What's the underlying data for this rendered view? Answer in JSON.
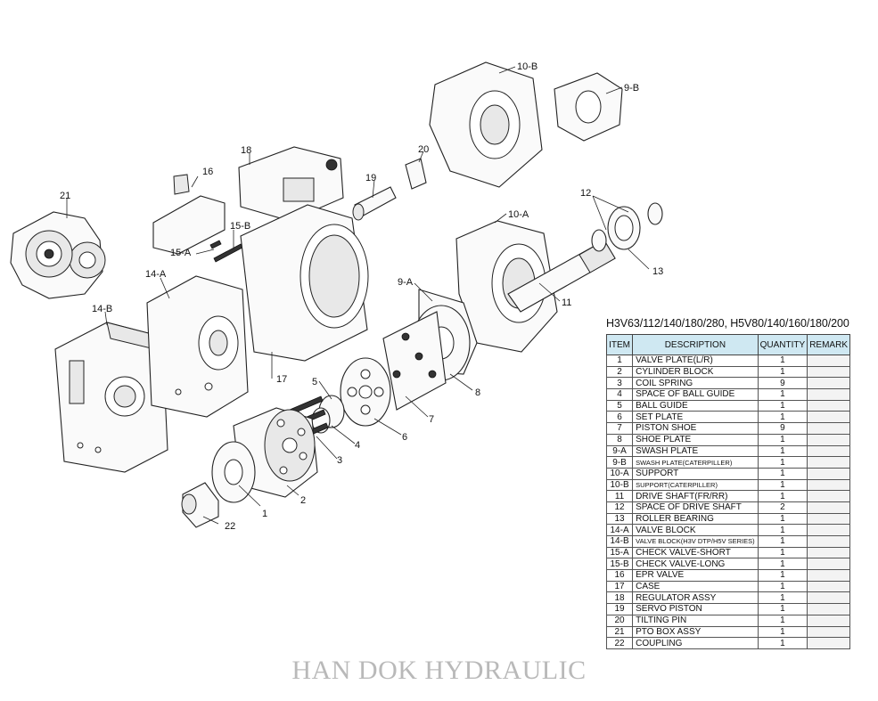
{
  "table_title": "H3V63/112/140/180/280, H5V80/140/160/180/200",
  "headers": {
    "item": "ITEM",
    "description": "DESCRIPTION",
    "quantity": "QUANTITY",
    "remark": "REMARK"
  },
  "rows": [
    {
      "item": "1",
      "description": "VALVE PLATE(L/R)",
      "quantity": "1"
    },
    {
      "item": "2",
      "description": "CYLINDER BLOCK",
      "quantity": "1"
    },
    {
      "item": "3",
      "description": "COIL SPRING",
      "quantity": "9"
    },
    {
      "item": "4",
      "description": "SPACE OF BALL GUIDE",
      "quantity": "1"
    },
    {
      "item": "5",
      "description": "BALL GUIDE",
      "quantity": "1"
    },
    {
      "item": "6",
      "description": "SET PLATE",
      "quantity": "1"
    },
    {
      "item": "7",
      "description": "PISTON SHOE",
      "quantity": "9"
    },
    {
      "item": "8",
      "description": "SHOE PLATE",
      "quantity": "1"
    },
    {
      "item": "9-A",
      "description": "SWASH PLATE",
      "quantity": "1"
    },
    {
      "item": "9-B",
      "description": "SWASH PLATE(CATERPILLER)",
      "quantity": "1"
    },
    {
      "item": "10-A",
      "description": "SUPPORT",
      "quantity": "1"
    },
    {
      "item": "10-B",
      "description": "SUPPORT(CATERPILLER)",
      "quantity": "1"
    },
    {
      "item": "11",
      "description": "DRIVE SHAFT(FR/RR)",
      "quantity": "1"
    },
    {
      "item": "12",
      "description": "SPACE OF DRIVE SHAFT",
      "quantity": "2"
    },
    {
      "item": "13",
      "description": "ROLLER BEARING",
      "quantity": "1"
    },
    {
      "item": "14-A",
      "description": "VALVE BLOCK",
      "quantity": "1"
    },
    {
      "item": "14-B",
      "description": "VALVE BLOCK(H3V DTP/H5V SERIES)",
      "quantity": "1"
    },
    {
      "item": "15-A",
      "description": "CHECK VALVE-SHORT",
      "quantity": "1"
    },
    {
      "item": "15-B",
      "description": "CHECK VALVE-LONG",
      "quantity": "1"
    },
    {
      "item": "16",
      "description": "EPR VALVE",
      "quantity": "1"
    },
    {
      "item": "17",
      "description": "CASE",
      "quantity": "1"
    },
    {
      "item": "18",
      "description": "REGULATOR ASSY",
      "quantity": "1"
    },
    {
      "item": "19",
      "description": "SERVO PISTON",
      "quantity": "1"
    },
    {
      "item": "20",
      "description": "TILTING PIN",
      "quantity": "1"
    },
    {
      "item": "21",
      "description": "PTO BOX ASSY",
      "quantity": "1"
    },
    {
      "item": "22",
      "description": "COUPLING",
      "quantity": "1"
    }
  ],
  "callouts": [
    "1",
    "2",
    "3",
    "4",
    "5",
    "6",
    "7",
    "8",
    "9-A",
    "9-B",
    "10-A",
    "10-B",
    "11",
    "12",
    "13",
    "14-A",
    "14-B",
    "15-A",
    "15-B",
    "16",
    "17",
    "18",
    "19",
    "20",
    "21",
    "22"
  ],
  "watermark": "HAN DOK HYDRAULIC",
  "colors": {
    "header_bg": "#cfe8f2",
    "watermark": "#b9b9b9"
  }
}
